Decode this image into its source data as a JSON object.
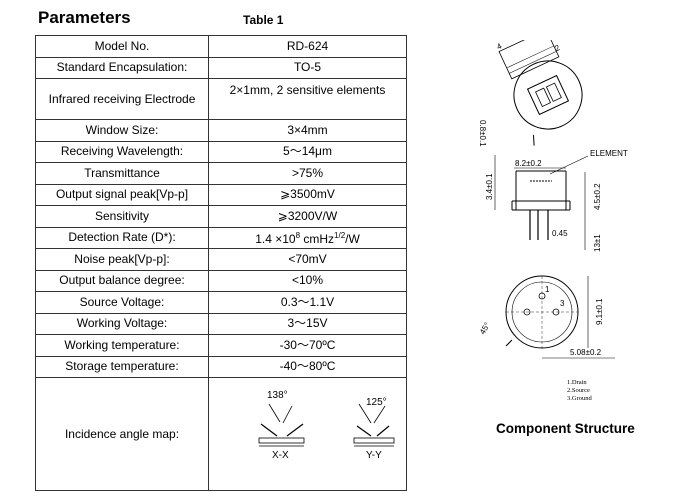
{
  "header": {
    "title": "Parameters",
    "table_label": "Table 1"
  },
  "rows": [
    {
      "label": "Model No.",
      "value": "RD-624"
    },
    {
      "label": "Standard Encapsulation:",
      "value": "TO-5"
    },
    {
      "label": "Infrared receiving Electrode",
      "value": "2×1mm, 2 sensitive elements"
    },
    {
      "label": "Window Size:",
      "value": "3×4mm"
    },
    {
      "label": "Receiving Wavelength:",
      "value": "5～14μm"
    },
    {
      "label": "Transmittance",
      "value": ">75%"
    },
    {
      "label": "Output signal peak[Vp-p]",
      "value": "⩾3500mV"
    },
    {
      "label": "Sensitivity",
      "value": "⩾3200V/W"
    },
    {
      "label": "Detection Rate (D*):",
      "value_parts": [
        "1.4 ×10",
        "8",
        " cmHz",
        "1/2",
        "/W"
      ]
    },
    {
      "label": "Noise peak[Vp-p]:",
      "value": "<70mV"
    },
    {
      "label": "Output balance degree:",
      "value": "<10%"
    },
    {
      "label": "Source Voltage:",
      "value": "0.3～1.1V"
    },
    {
      "label": "Working Voltage:",
      "value": "3～15V"
    },
    {
      "label": "Working temperature:",
      "value": "-30～70ºC"
    },
    {
      "label": "Storage temperature:",
      "value": "-40～80ºC"
    },
    {
      "label": "Incidence angle map:"
    }
  ],
  "incidence": {
    "xx_angle": "138°",
    "xx_label": "X-X",
    "yy_angle": "125°",
    "yy_label": "Y-Y"
  },
  "structure": {
    "caption": "Component Structure",
    "dims": {
      "d_0_8": "0.8±0.1",
      "d_3_4": "3.4±0.1",
      "d_8_2": "8.2±0.2",
      "element": "ELEMENT",
      "d_4_5": "4.5±0.2",
      "d_13": "13±1",
      "d_0_45": "0.45",
      "d_9_1": "9.1±0.1",
      "d_45": "45°",
      "d_5_08": "5.08±0.2"
    },
    "pin_labels": {
      "p1": "1",
      "p2": "2",
      "p3": "3",
      "p4": "4"
    },
    "legend": [
      "1.Drain",
      "2.Source",
      "3.Ground"
    ]
  }
}
